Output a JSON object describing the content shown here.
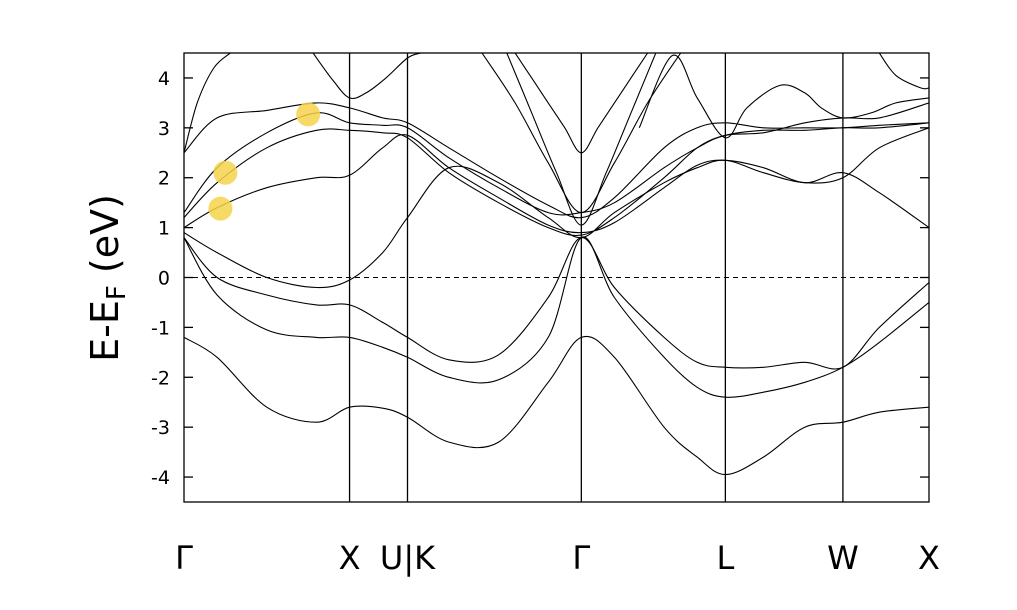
{
  "chart_data": {
    "type": "line",
    "ylabel": "E-E_F (eV)",
    "ylabel_main": "E-E",
    "ylabel_sub": "F",
    "ylabel_unit": " (eV)",
    "xlabel": "",
    "ylim": [
      -4.5,
      4.5
    ],
    "yticks": [
      4,
      3,
      2,
      1,
      0,
      -1,
      -2,
      -3,
      -4
    ],
    "ytick_labels": [
      "4",
      "3",
      "2",
      "1",
      "0",
      "-1",
      "-2",
      "-3",
      "-4"
    ],
    "xlim": [
      0,
      4.5
    ],
    "high_symmetry_points": [
      {
        "label": "Γ",
        "x": 0
      },
      {
        "label": "X",
        "x": 1.0
      },
      {
        "label": "U|K",
        "x": 1.35
      },
      {
        "label": "Γ",
        "x": 2.4
      },
      {
        "label": "L",
        "x": 3.27
      },
      {
        "label": "W",
        "x": 3.98
      },
      {
        "label": "X",
        "x": 4.5
      }
    ],
    "fermi_level": 0,
    "grid": false,
    "highlight_color": "#f5d34a",
    "highlights": [
      {
        "x": 0.25,
        "y": 2.1
      },
      {
        "x": 0.22,
        "y": 1.38
      },
      {
        "x": 0.75,
        "y": 3.27
      }
    ],
    "series": [
      {
        "x": [
          0,
          0.2,
          0.5,
          0.8,
          1.0,
          1.2,
          1.35,
          1.6,
          1.9,
          2.2,
          2.4,
          2.6,
          2.9,
          3.1,
          3.27,
          3.5,
          3.75,
          3.98,
          4.2,
          4.5
        ],
        "values": [
          -1.2,
          -1.6,
          -2.6,
          -2.9,
          -2.6,
          -2.62,
          -2.8,
          -3.3,
          -3.3,
          -2.1,
          -1.2,
          -1.6,
          -3.0,
          -3.6,
          -3.95,
          -3.6,
          -3.0,
          -2.9,
          -2.7,
          -2.6
        ]
      },
      {
        "x": [
          0,
          0.2,
          0.5,
          0.8,
          1.0,
          1.2,
          1.35,
          1.6,
          1.9,
          2.2,
          2.4,
          2.6,
          2.9,
          3.1,
          3.27,
          3.5,
          3.75,
          3.98,
          4.2,
          4.5
        ],
        "values": [
          0.8,
          -0.35,
          -1.05,
          -1.2,
          -1.2,
          -1.4,
          -1.6,
          -2.0,
          -2.05,
          -1.2,
          0.8,
          -0.4,
          -1.6,
          -2.2,
          -2.4,
          -2.3,
          -2.1,
          -1.8,
          -1.3,
          -0.5
        ]
      },
      {
        "x": [
          0,
          0.2,
          0.5,
          0.8,
          1.0,
          1.2,
          1.35,
          1.6,
          1.9,
          2.2,
          2.4,
          2.6,
          2.9,
          3.1,
          3.27,
          3.5,
          3.75,
          3.98,
          4.2,
          4.5
        ],
        "values": [
          0.8,
          0.0,
          -0.35,
          -0.55,
          -0.55,
          -0.9,
          -1.2,
          -1.65,
          -1.55,
          -0.4,
          0.8,
          -0.2,
          -1.2,
          -1.7,
          -1.8,
          -1.8,
          -1.7,
          -1.8,
          -1.0,
          -0.1
        ]
      },
      {
        "x": [
          0,
          0.2,
          0.5,
          0.8,
          1.0,
          1.2,
          1.35,
          1.6,
          1.9,
          2.2,
          2.4,
          2.6,
          2.9,
          3.1,
          3.27,
          3.5,
          3.75,
          3.98,
          4.2,
          4.5
        ],
        "values": [
          0.9,
          0.5,
          0.0,
          -0.2,
          -0.05,
          0.5,
          1.2,
          2.2,
          1.9,
          1.2,
          0.8,
          1.3,
          1.9,
          2.2,
          2.35,
          2.1,
          1.9,
          2.0,
          2.6,
          3.0
        ]
      },
      {
        "x": [
          0,
          0.2,
          0.5,
          0.8,
          1.0,
          1.2,
          1.35,
          1.6,
          1.9,
          2.2,
          2.4,
          2.6,
          2.9,
          3.1,
          3.27,
          3.5,
          3.75,
          3.98,
          4.2,
          4.5
        ],
        "values": [
          1.0,
          1.4,
          1.8,
          2.0,
          2.05,
          2.6,
          2.85,
          2.2,
          1.6,
          1.05,
          0.9,
          1.1,
          1.8,
          2.25,
          2.35,
          2.2,
          1.9,
          2.1,
          1.7,
          1.0
        ]
      },
      {
        "x": [
          0,
          0.2,
          0.5,
          0.8,
          1.0,
          1.2,
          1.35,
          1.6,
          1.9,
          2.2,
          2.4,
          2.6,
          2.9,
          3.1,
          3.27,
          3.5,
          3.75,
          3.98,
          4.2,
          4.5
        ],
        "values": [
          1.2,
          1.9,
          2.6,
          2.95,
          2.95,
          2.9,
          2.8,
          2.1,
          1.5,
          1.0,
          0.85,
          1.2,
          2.0,
          2.6,
          2.85,
          2.95,
          2.95,
          3.0,
          3.0,
          3.1
        ]
      },
      {
        "x": [
          0,
          0.2,
          0.5,
          0.8,
          1.0,
          1.2,
          1.35,
          1.6,
          1.9,
          2.2,
          2.4,
          2.6,
          2.9,
          3.1,
          3.27,
          3.5,
          3.75,
          3.98,
          4.2,
          4.5
        ],
        "values": [
          1.3,
          2.2,
          2.9,
          3.3,
          3.1,
          3.05,
          3.0,
          2.4,
          1.8,
          1.3,
          1.3,
          1.5,
          2.2,
          2.6,
          2.85,
          2.9,
          3.1,
          3.2,
          3.2,
          3.5
        ]
      },
      {
        "x": [
          0,
          0.2,
          0.5,
          0.8,
          1.0,
          1.2,
          1.35,
          1.6,
          1.9,
          2.2,
          2.4,
          2.6,
          2.9,
          3.1,
          3.27,
          3.5,
          3.75,
          3.98,
          4.2,
          4.5
        ],
        "values": [
          2.5,
          3.2,
          3.35,
          3.5,
          3.4,
          3.2,
          3.1,
          2.6,
          2.0,
          1.45,
          1.2,
          1.6,
          2.6,
          3.0,
          3.1,
          3.0,
          3.0,
          3.0,
          3.05,
          3.1
        ]
      },
      {
        "x": [
          0,
          0.08,
          0.18,
          0.28
        ],
        "values": [
          2.5,
          3.5,
          4.2,
          4.5
        ]
      },
      {
        "x": [
          0.78,
          0.9,
          1.0,
          1.1,
          1.22,
          1.35,
          1.43
        ],
        "values": [
          4.5,
          3.95,
          3.6,
          3.7,
          4.0,
          4.4,
          4.5
        ]
      },
      {
        "x": [
          2.0,
          2.1,
          2.2,
          2.3,
          2.4,
          2.5,
          2.6,
          2.7,
          2.8
        ],
        "values": [
          4.5,
          4.0,
          3.5,
          3.0,
          2.5,
          3.0,
          3.5,
          4.0,
          4.5
        ]
      },
      {
        "x": [
          1.8,
          2.0,
          2.2,
          2.4,
          2.6,
          2.8,
          3.0
        ],
        "values": [
          4.5,
          3.5,
          2.3,
          1.3,
          2.3,
          3.5,
          4.5
        ]
      },
      {
        "x": [
          1.95,
          2.1,
          2.25,
          2.4,
          2.55,
          2.7,
          2.85
        ],
        "values": [
          4.5,
          3.3,
          2.1,
          1.05,
          2.1,
          3.3,
          4.5
        ]
      },
      {
        "x": [
          2.75,
          2.95,
          3.1,
          3.27,
          3.4,
          3.6,
          3.75,
          3.85,
          3.98,
          4.15,
          4.3,
          4.5
        ],
        "values": [
          3.0,
          4.45,
          3.6,
          2.8,
          3.4,
          3.85,
          3.7,
          3.4,
          3.2,
          3.3,
          3.5,
          3.6
        ]
      },
      {
        "x": [
          4.2,
          4.3,
          4.45,
          4.5
        ],
        "values": [
          4.5,
          4.05,
          3.8,
          3.8
        ]
      }
    ]
  }
}
